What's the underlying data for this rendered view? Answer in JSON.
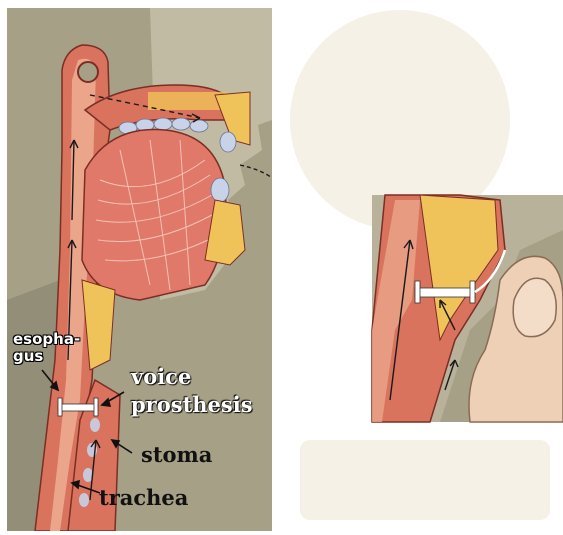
{
  "diagram": {
    "labels": {
      "esophagus_line1": "esopha-",
      "esophagus_line2": "gus",
      "voice_line1": "voice",
      "voice_line2": "prosthesis",
      "stoma": "stoma",
      "trachea": "trachea"
    },
    "colors": {
      "tissue_red": "#d9735d",
      "tissue_pink": "#eaa58b",
      "muscle": "#e0796a",
      "fat_yellow": "#f0c25a",
      "background": "#9f9a82",
      "prosthesis": "#ffffff",
      "tooth": "#c8d2e8"
    }
  }
}
